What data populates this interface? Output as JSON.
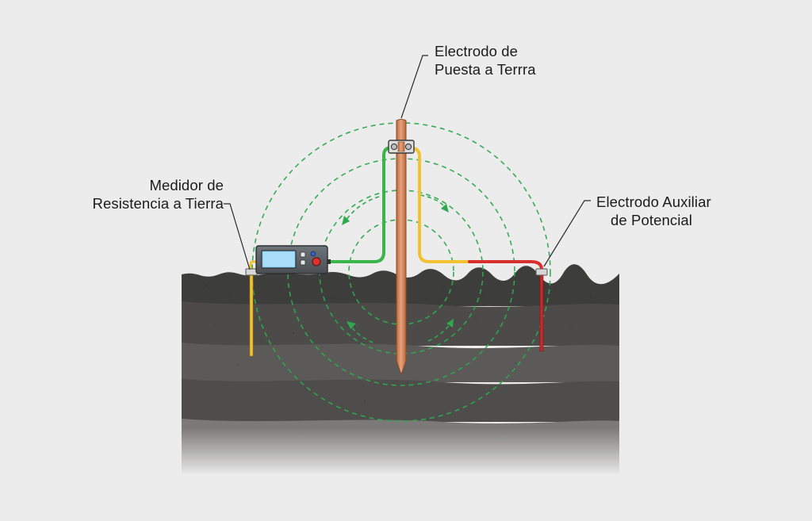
{
  "labels": {
    "ground_electrode": {
      "line1": "Electrodo de",
      "line2": "Puesta a Terrra"
    },
    "meter": {
      "line1": "Medidor de",
      "line2": "Resistencia a Tierra"
    },
    "aux_electrode": {
      "line1": "Electrodo Auxiliar",
      "line2": "de Potencial"
    }
  },
  "colors": {
    "background": "#ececec",
    "soil_top": "#3e3e3c",
    "soil_bottom": "#8d8c8a",
    "copper_rod": "#d58a5e",
    "field_lines": "#2fa84f",
    "green_wire": "#3ab54a",
    "yellow_wire": "#f2c230",
    "red_wire": "#d92f2f",
    "meter_body": "#5a5e63",
    "meter_screen": "#8fd3f5",
    "meter_button_red": "#e0302f",
    "meter_button_blue": "#2f62c4"
  },
  "icons": {
    "ground_rod": "copper-ground-rod",
    "rod_clamp": "rod-clamp",
    "meter": "earth-resistance-tester",
    "aux_stakes": "auxiliary-stake"
  }
}
